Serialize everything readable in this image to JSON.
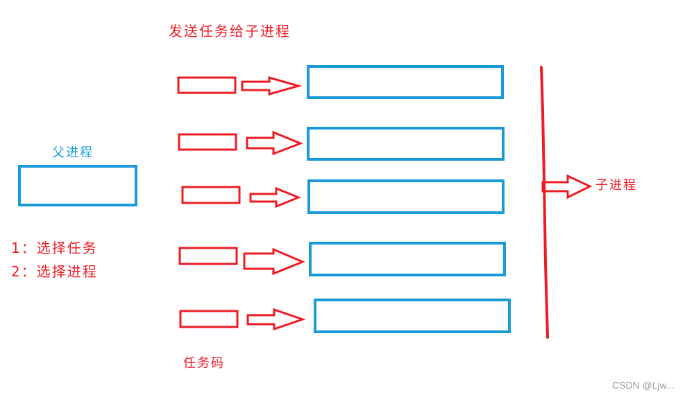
{
  "labels": {
    "title": "发送任务给子进程",
    "parent_process": "父进程",
    "child_process": "子进程",
    "task_code": "任务码",
    "step1": "1：选择任务",
    "step2": "2：选择进程"
  },
  "watermark": "CSDN @Ljw...",
  "colors": {
    "red": "#ED1C24",
    "blue": "#1A9BD7",
    "watermark": "#9A9A9A"
  }
}
